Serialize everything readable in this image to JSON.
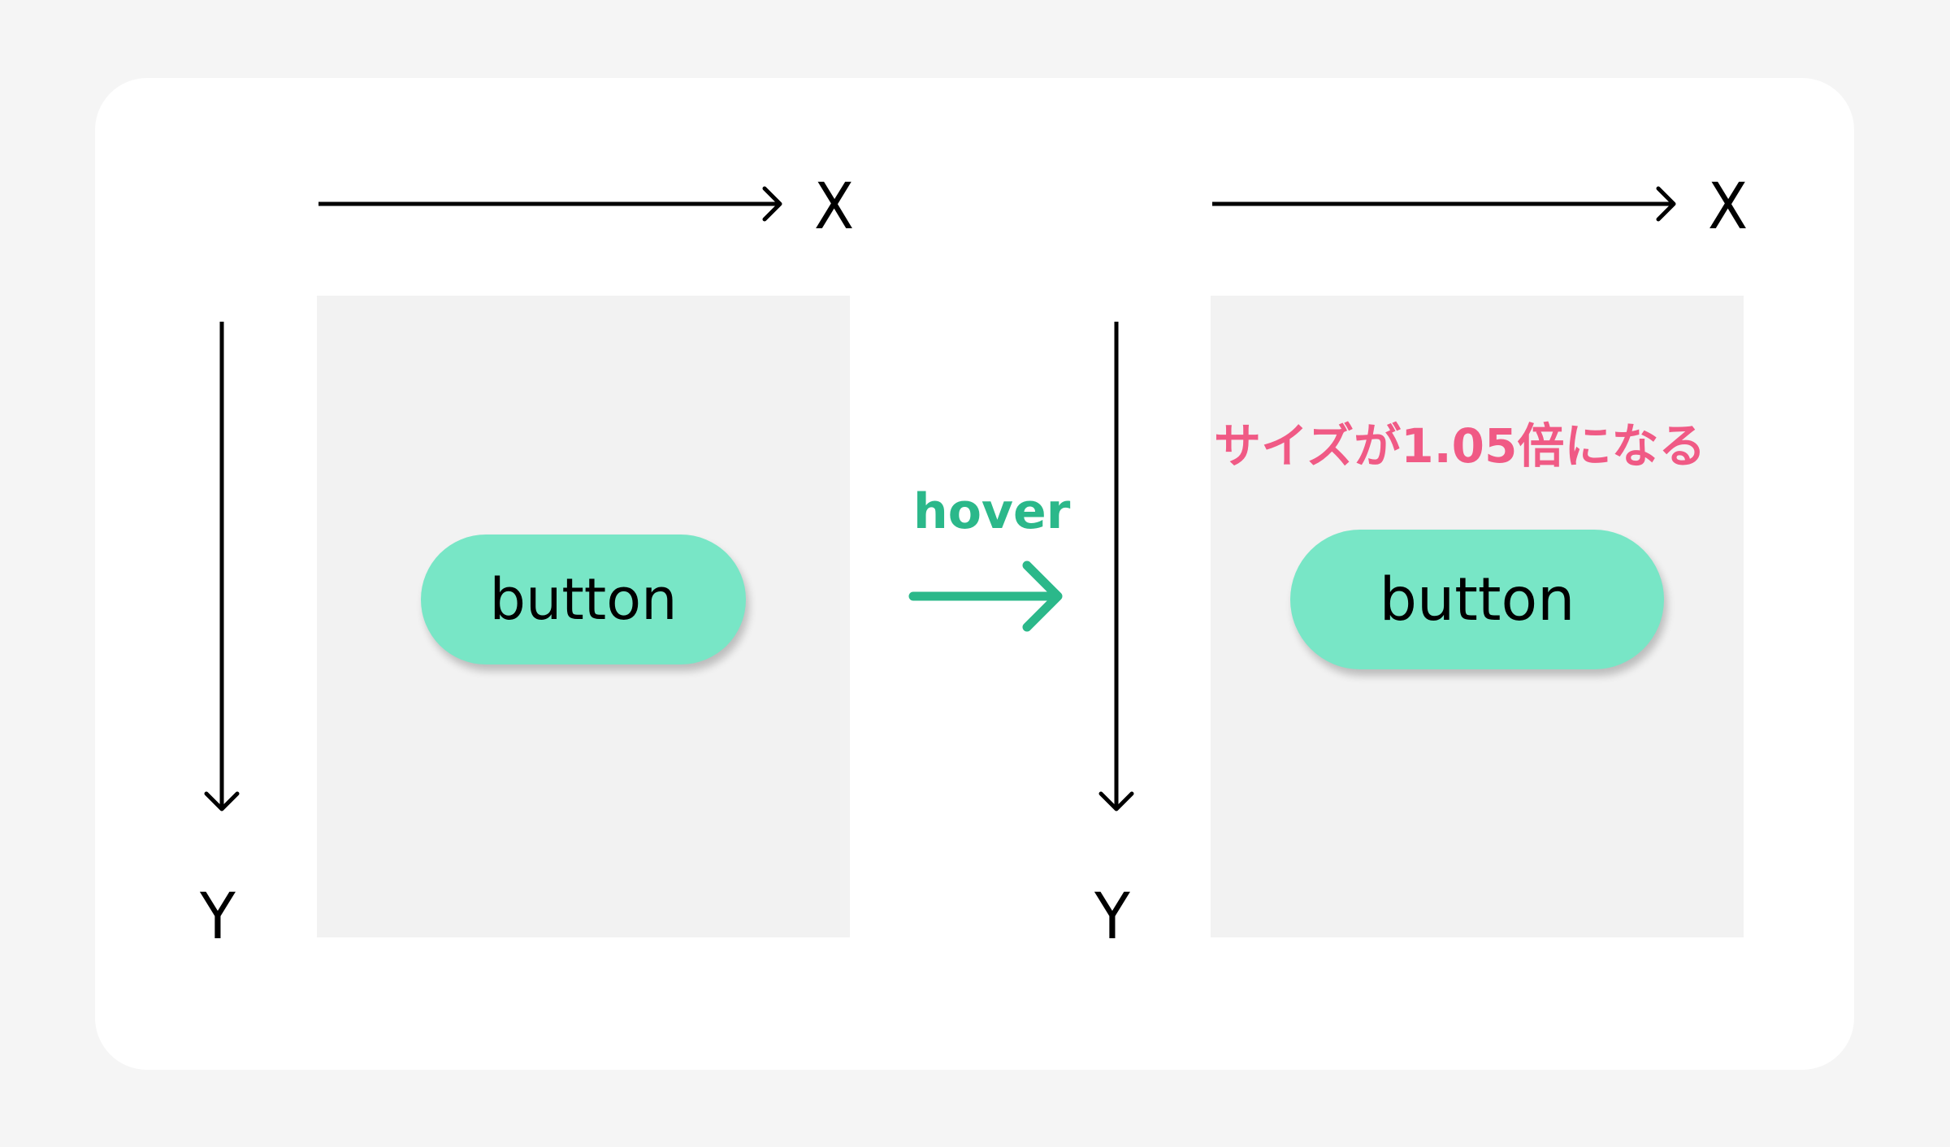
{
  "axes": {
    "x_label": "X",
    "y_label": "Y"
  },
  "before": {
    "button_label": "button"
  },
  "transition": {
    "label": "hover"
  },
  "after": {
    "button_label": "button",
    "note": "サイズが1.05倍になる"
  },
  "colors": {
    "background": "#f5f5f5",
    "card": "#ffffff",
    "panel": "#f2f2f2",
    "button": "#78e6c6",
    "hover": "#2bb88a",
    "note": "#f05a85"
  },
  "icons": [
    "arrow-right-icon",
    "arrow-down-icon",
    "hover-arrow-icon"
  ]
}
